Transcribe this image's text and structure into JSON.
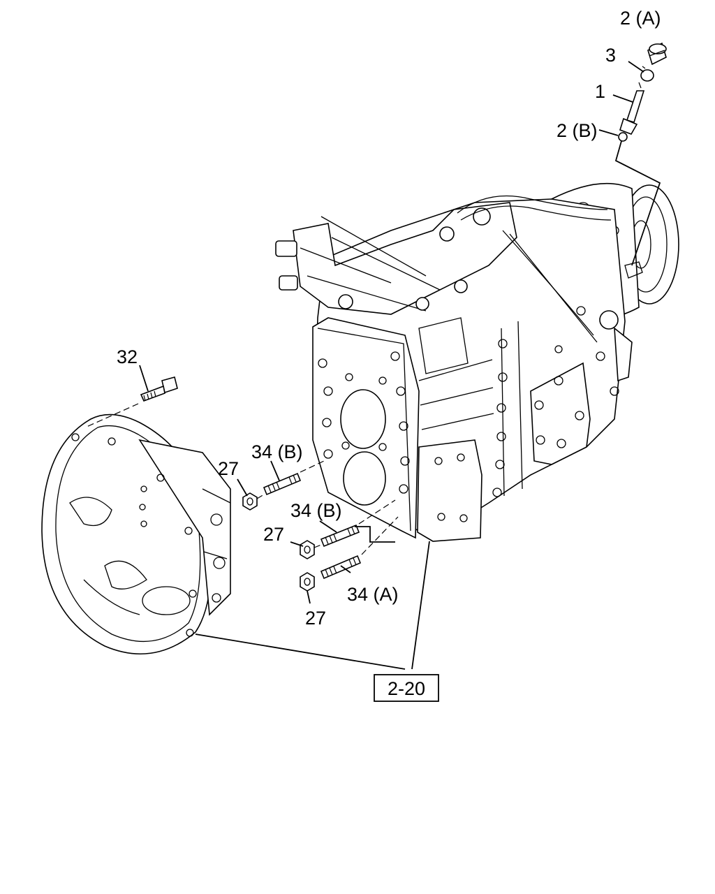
{
  "callouts": {
    "c2a": "2 (A)",
    "c3": "3",
    "c1": "1",
    "c2b": "2 (B)",
    "c32": "32",
    "c34b_upper": "34 (B)",
    "c27_upper": "27",
    "c34b_lower": "34 (B)",
    "c27_middle": "27",
    "c34a": "34 (A)",
    "c27_lower": "27",
    "ref": "2-20"
  }
}
